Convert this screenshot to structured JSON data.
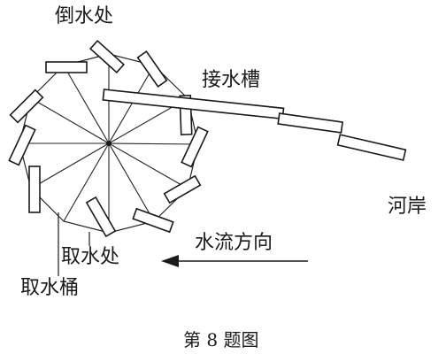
{
  "labels": {
    "dump_point": "倒水处",
    "trough": "接水槽",
    "riverbank": "河岸",
    "flow_direction": "水流方向",
    "intake_point": "取水处",
    "bucket": "取水桶"
  },
  "caption": "第 8 题图",
  "colors": {
    "line": "#1a1a1a",
    "background": "#ffffff"
  }
}
